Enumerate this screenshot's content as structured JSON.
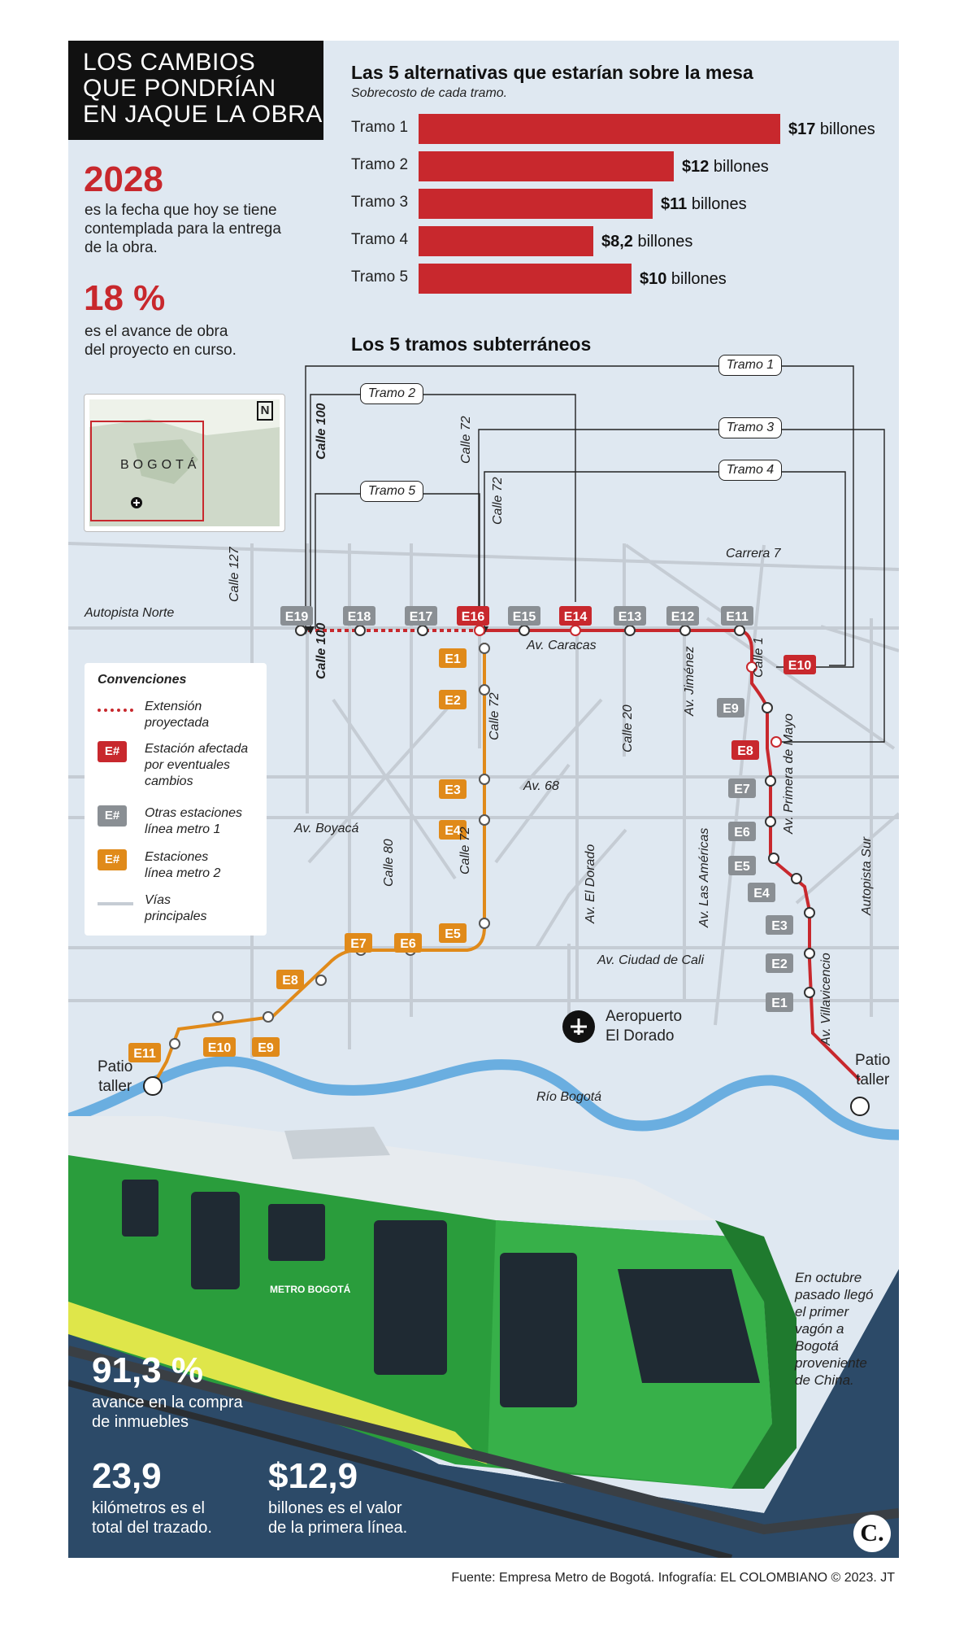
{
  "header": {
    "title_lines": [
      "LOS CAMBIOS",
      "QUE PONDRÍAN",
      "EN JAQUE LA OBRA"
    ]
  },
  "stats": {
    "year": "2028",
    "year_text": [
      "es la fecha que hoy se tiene",
      "contemplada para la entrega",
      "de la obra."
    ],
    "progress": "18 %",
    "progress_text": [
      "es el avance de obra",
      "del proyecto en curso."
    ]
  },
  "chart_data": {
    "type": "bar",
    "title": "Las 5 alternativas que estarían sobre la mesa",
    "subtitle": "Sobrecosto de cada tramo.",
    "categories": [
      "Tramo 1",
      "Tramo 2",
      "Tramo 3",
      "Tramo 4",
      "Tramo 5"
    ],
    "values": [
      17,
      12,
      11,
      8.2,
      10
    ],
    "value_labels": [
      "$17",
      "$12",
      "$11",
      "$8,2",
      "$10"
    ],
    "unit": "billones",
    "orientation": "horizontal",
    "bar_color": "#c8282d",
    "xlim": [
      0,
      17
    ]
  },
  "map": {
    "title": "Los 5 tramos subterráneos",
    "inset_label": "BOGOTÁ",
    "inset_north": "N",
    "tramo_labels": [
      "Tramo 1",
      "Tramo 2",
      "Tramo 3",
      "Tramo 4",
      "Tramo 5"
    ],
    "streets": {
      "calle127": "Calle 127",
      "calle100_top": "Calle 100",
      "calle100_mid": "Calle 100",
      "calle72_a": "Calle 72",
      "calle72_b": "Calle 72",
      "calle72_c": "Calle 72",
      "calle72_d": "Calle 72",
      "carrera7": "Carrera 7",
      "autopista_norte": "Autopista Norte",
      "av_caracas": "Av. Caracas",
      "calle1": "Calle 1",
      "av_jimenez": "Av. Jiménez",
      "calle20": "Calle 20",
      "av68": "Av. 68",
      "av_boyaca": "Av. Boyacá",
      "calle80": "Calle 80",
      "av_primera_mayo": "Av. Primera de Mayo",
      "av_el_dorado": "Av. El Dorado",
      "av_las_americas": "Av. Las Américas",
      "autopista_sur": "Autopista Sur",
      "av_ciudad_cali": "Av. Ciudad de Cali",
      "av_villavicencio": "Av. Villavicencio",
      "rio_bogota": "Río Bogotá"
    },
    "airport": [
      "Aeropuerto",
      "El Dorado"
    ],
    "patio_left": [
      "Patio",
      "taller"
    ],
    "patio_right": [
      "Patio",
      "taller"
    ],
    "line1_stations_red": [
      "E16",
      "E14",
      "E10",
      "E8"
    ],
    "line1_stations_gray": [
      "E19",
      "E18",
      "E17",
      "E15",
      "E13",
      "E12",
      "E11",
      "E9",
      "E7",
      "E6",
      "E5",
      "E4",
      "E3",
      "E2",
      "E1"
    ],
    "line2_stations": [
      "E1",
      "E2",
      "E3",
      "E4",
      "E5",
      "E6",
      "E7",
      "E8",
      "E9",
      "E10",
      "E11"
    ],
    "colors": {
      "red": "#c8282d",
      "gray": "#8a8f94",
      "orange": "#e08a1a",
      "road": "#c5ccd4",
      "river": "#6aaee0"
    }
  },
  "legend": {
    "title": "Convenciones",
    "items": [
      {
        "label": "Extensión proyectada",
        "lines": [
          "Extensión",
          "proyectada"
        ]
      },
      {
        "swatch": "E#",
        "lines": [
          "Estación afectada",
          "por eventuales",
          "cambios"
        ]
      },
      {
        "swatch": "E#",
        "lines": [
          "Otras estaciones",
          "línea metro 1"
        ]
      },
      {
        "swatch": "E#",
        "lines": [
          "Estaciones",
          "línea metro 2"
        ]
      },
      {
        "lines": [
          "Vías",
          "principales"
        ]
      }
    ]
  },
  "footer": {
    "stat1_big": "91,3 %",
    "stat1_text": [
      "avance en la compra",
      "de inmuebles"
    ],
    "stat2_big": "23,9",
    "stat2_text": [
      "kilómetros es el",
      "total del trazado."
    ],
    "stat3_big": "$12,9",
    "stat3_text": [
      "billones es el valor",
      "de la primera línea."
    ],
    "caption": [
      "En octubre",
      "pasado llegó",
      "el primer",
      "vagón a",
      "Bogotá",
      "proveniente",
      "de China."
    ],
    "train_logo": "METRO BOGOTÁ",
    "source": "Fuente: Empresa Metro de Bogotá. Infografía: EL COLOMBIANO © 2023. JT",
    "brand": "C."
  }
}
